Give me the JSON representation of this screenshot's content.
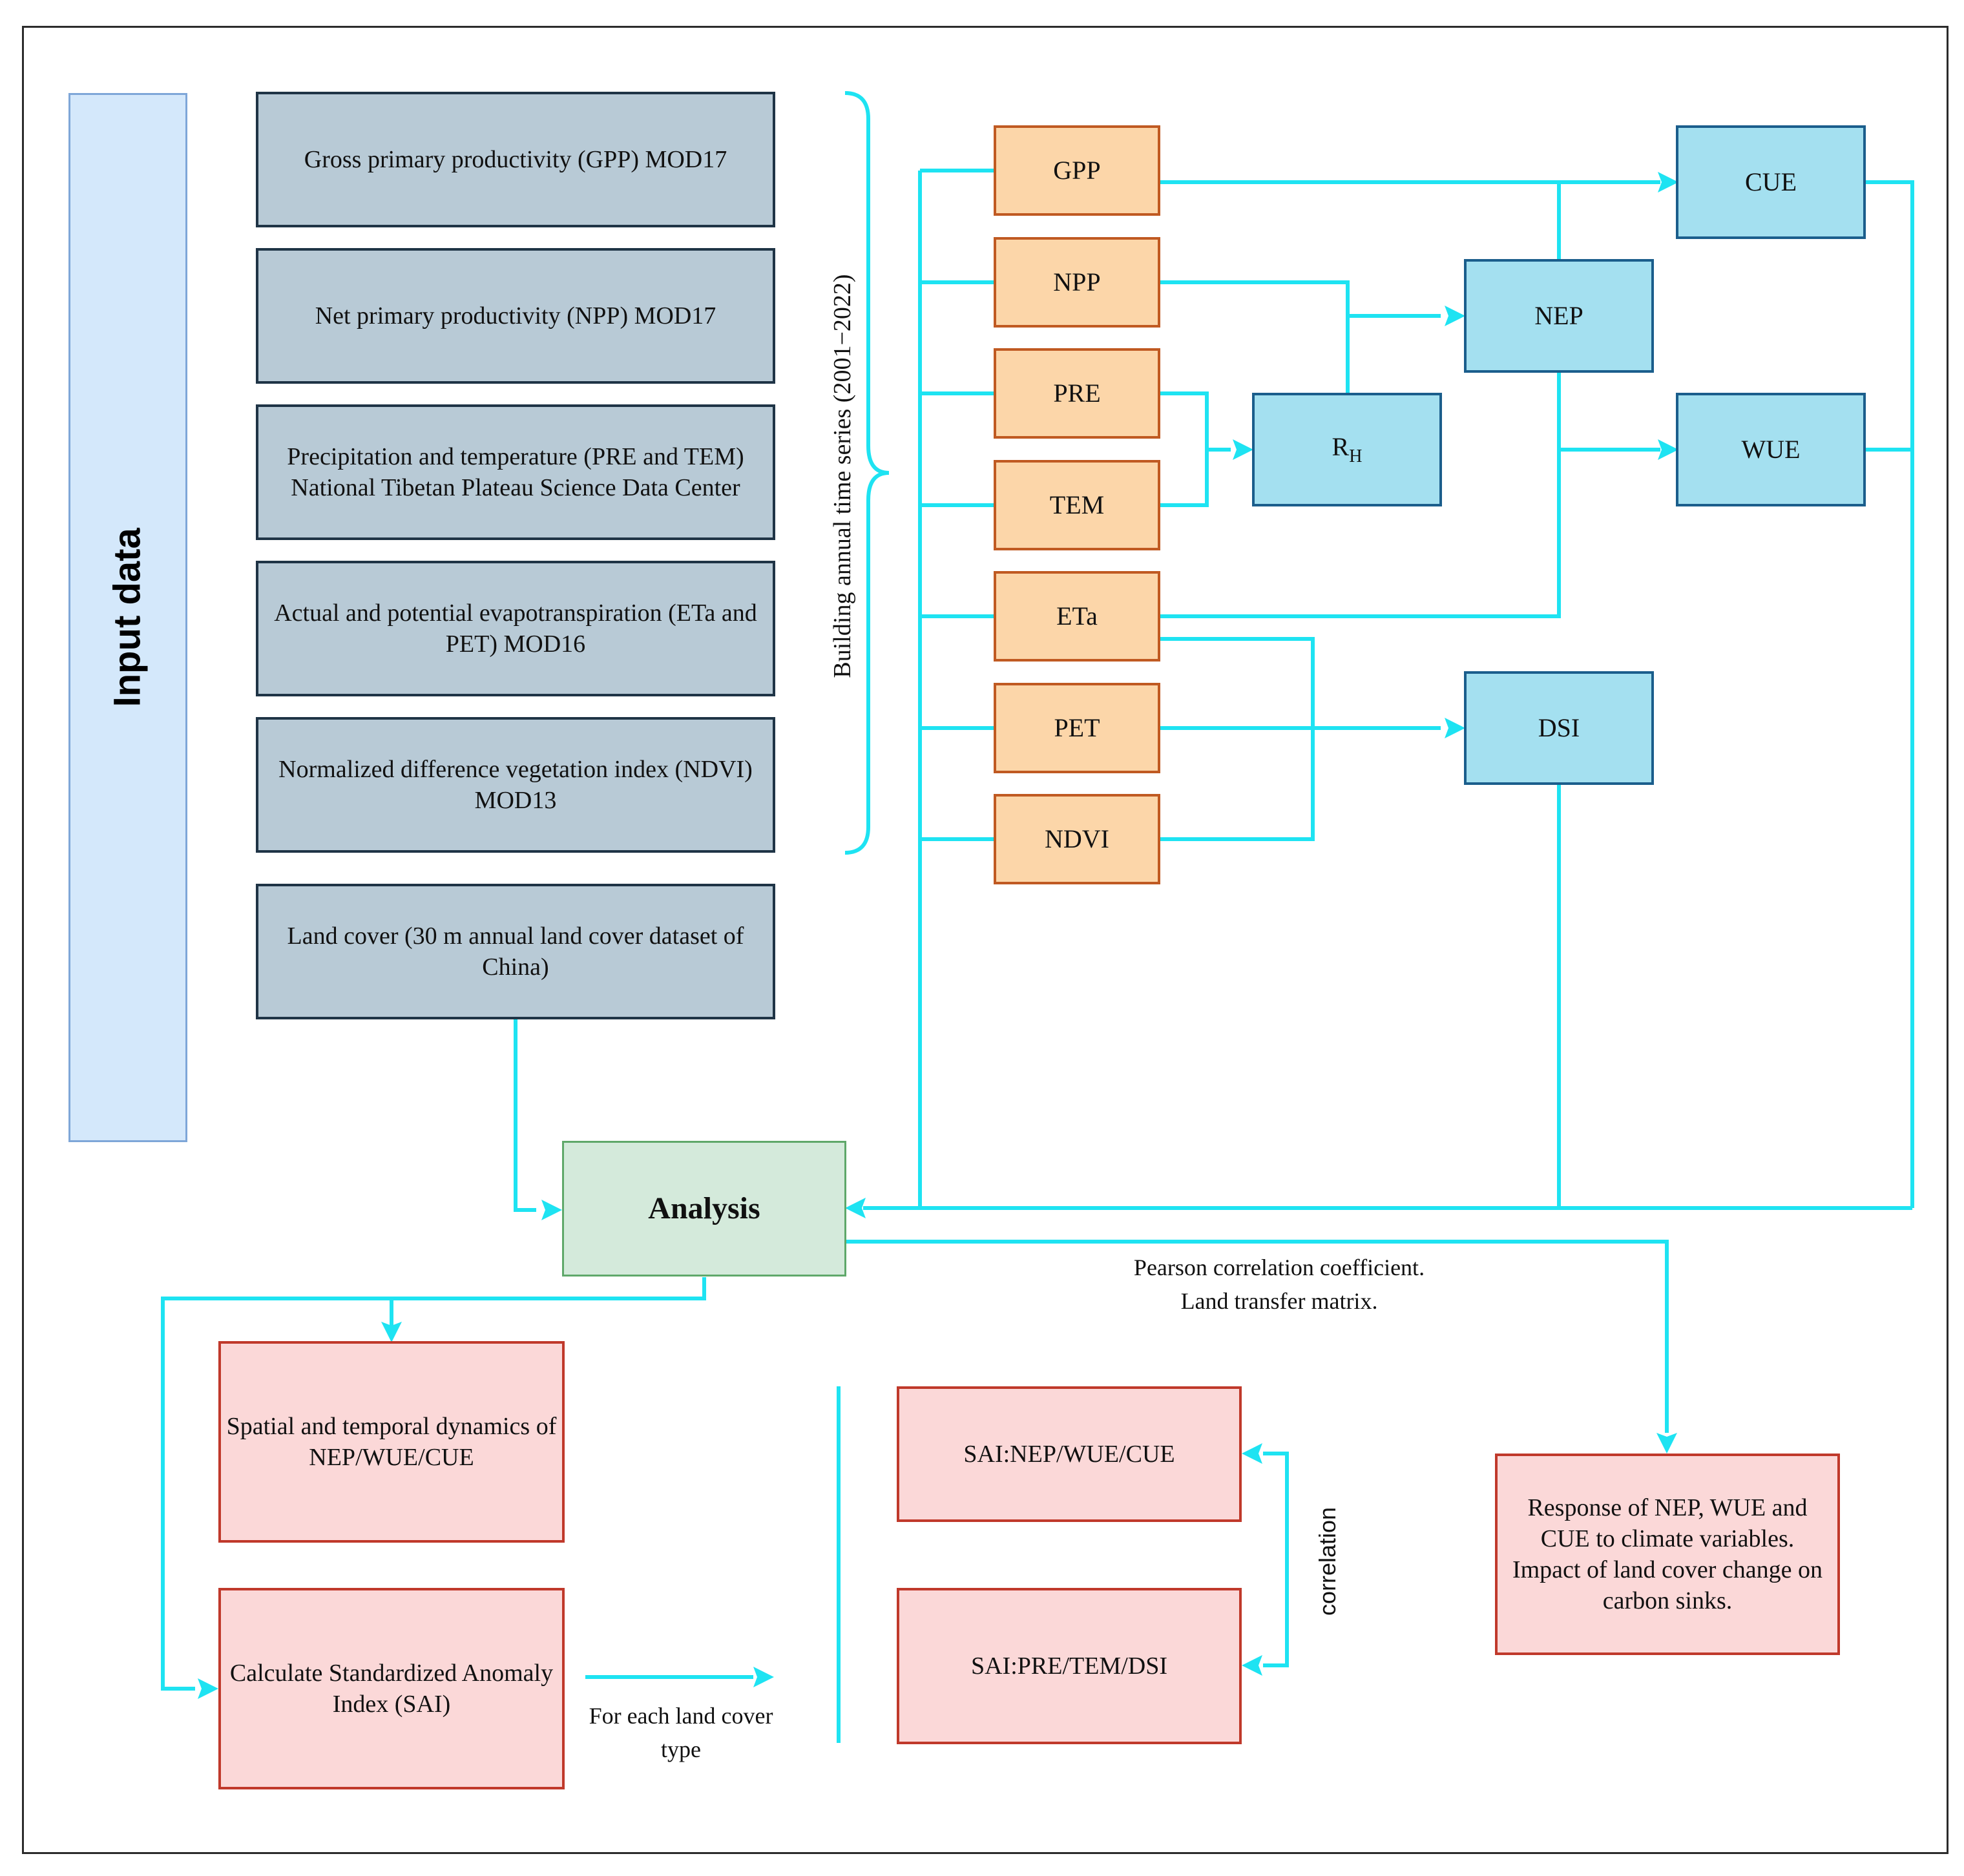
{
  "input_label": "Input data",
  "inputs": [
    "Gross primary productivity (GPP) MOD17",
    "Net primary productivity (NPP) MOD17",
    "Precipitation and temperature (PRE and TEM) National Tibetan Plateau Science Data Center",
    "Actual and potential evapotranspiration (ETa and PET) MOD16",
    "Normalized difference vegetation index (NDVI) MOD13",
    "Land cover (30 m annual land cover dataset of China)"
  ],
  "brace_label": "Building annual time series (2001−2022)",
  "variables": [
    "GPP",
    "NPP",
    "PRE",
    "TEM",
    "ETa",
    "PET",
    "NDVI"
  ],
  "derived": {
    "rh": {
      "main": "R",
      "sub": "H"
    },
    "nep": "NEP",
    "cue": "CUE",
    "wue": "WUE",
    "dsi": "DSI"
  },
  "analysis": "Analysis",
  "methods": [
    "Pearson correlation coefficient.",
    "Land transfer matrix."
  ],
  "outputs": {
    "spatial": "Spatial and temporal dynamics of NEP/WUE/CUE",
    "sai": "Calculate Standardized Anomaly Index (SAI)",
    "for_each": "For each land cover type",
    "sai_nep": "SAI:NEP/WUE/CUE",
    "sai_pre": "SAI:PRE/TEM/DSI",
    "correlation": "correlation",
    "response": "Response of NEP, WUE and CUE to climate variables. Impact of land cover change on carbon sinks."
  },
  "colors": {
    "connector": "#1ee3f2",
    "input_fill": "#b8cad6",
    "variable_fill": "#fcd6a9",
    "derived_fill": "#a4e0f0",
    "analysis_fill": "#d4eadb",
    "output_fill": "#fbd8d8"
  }
}
